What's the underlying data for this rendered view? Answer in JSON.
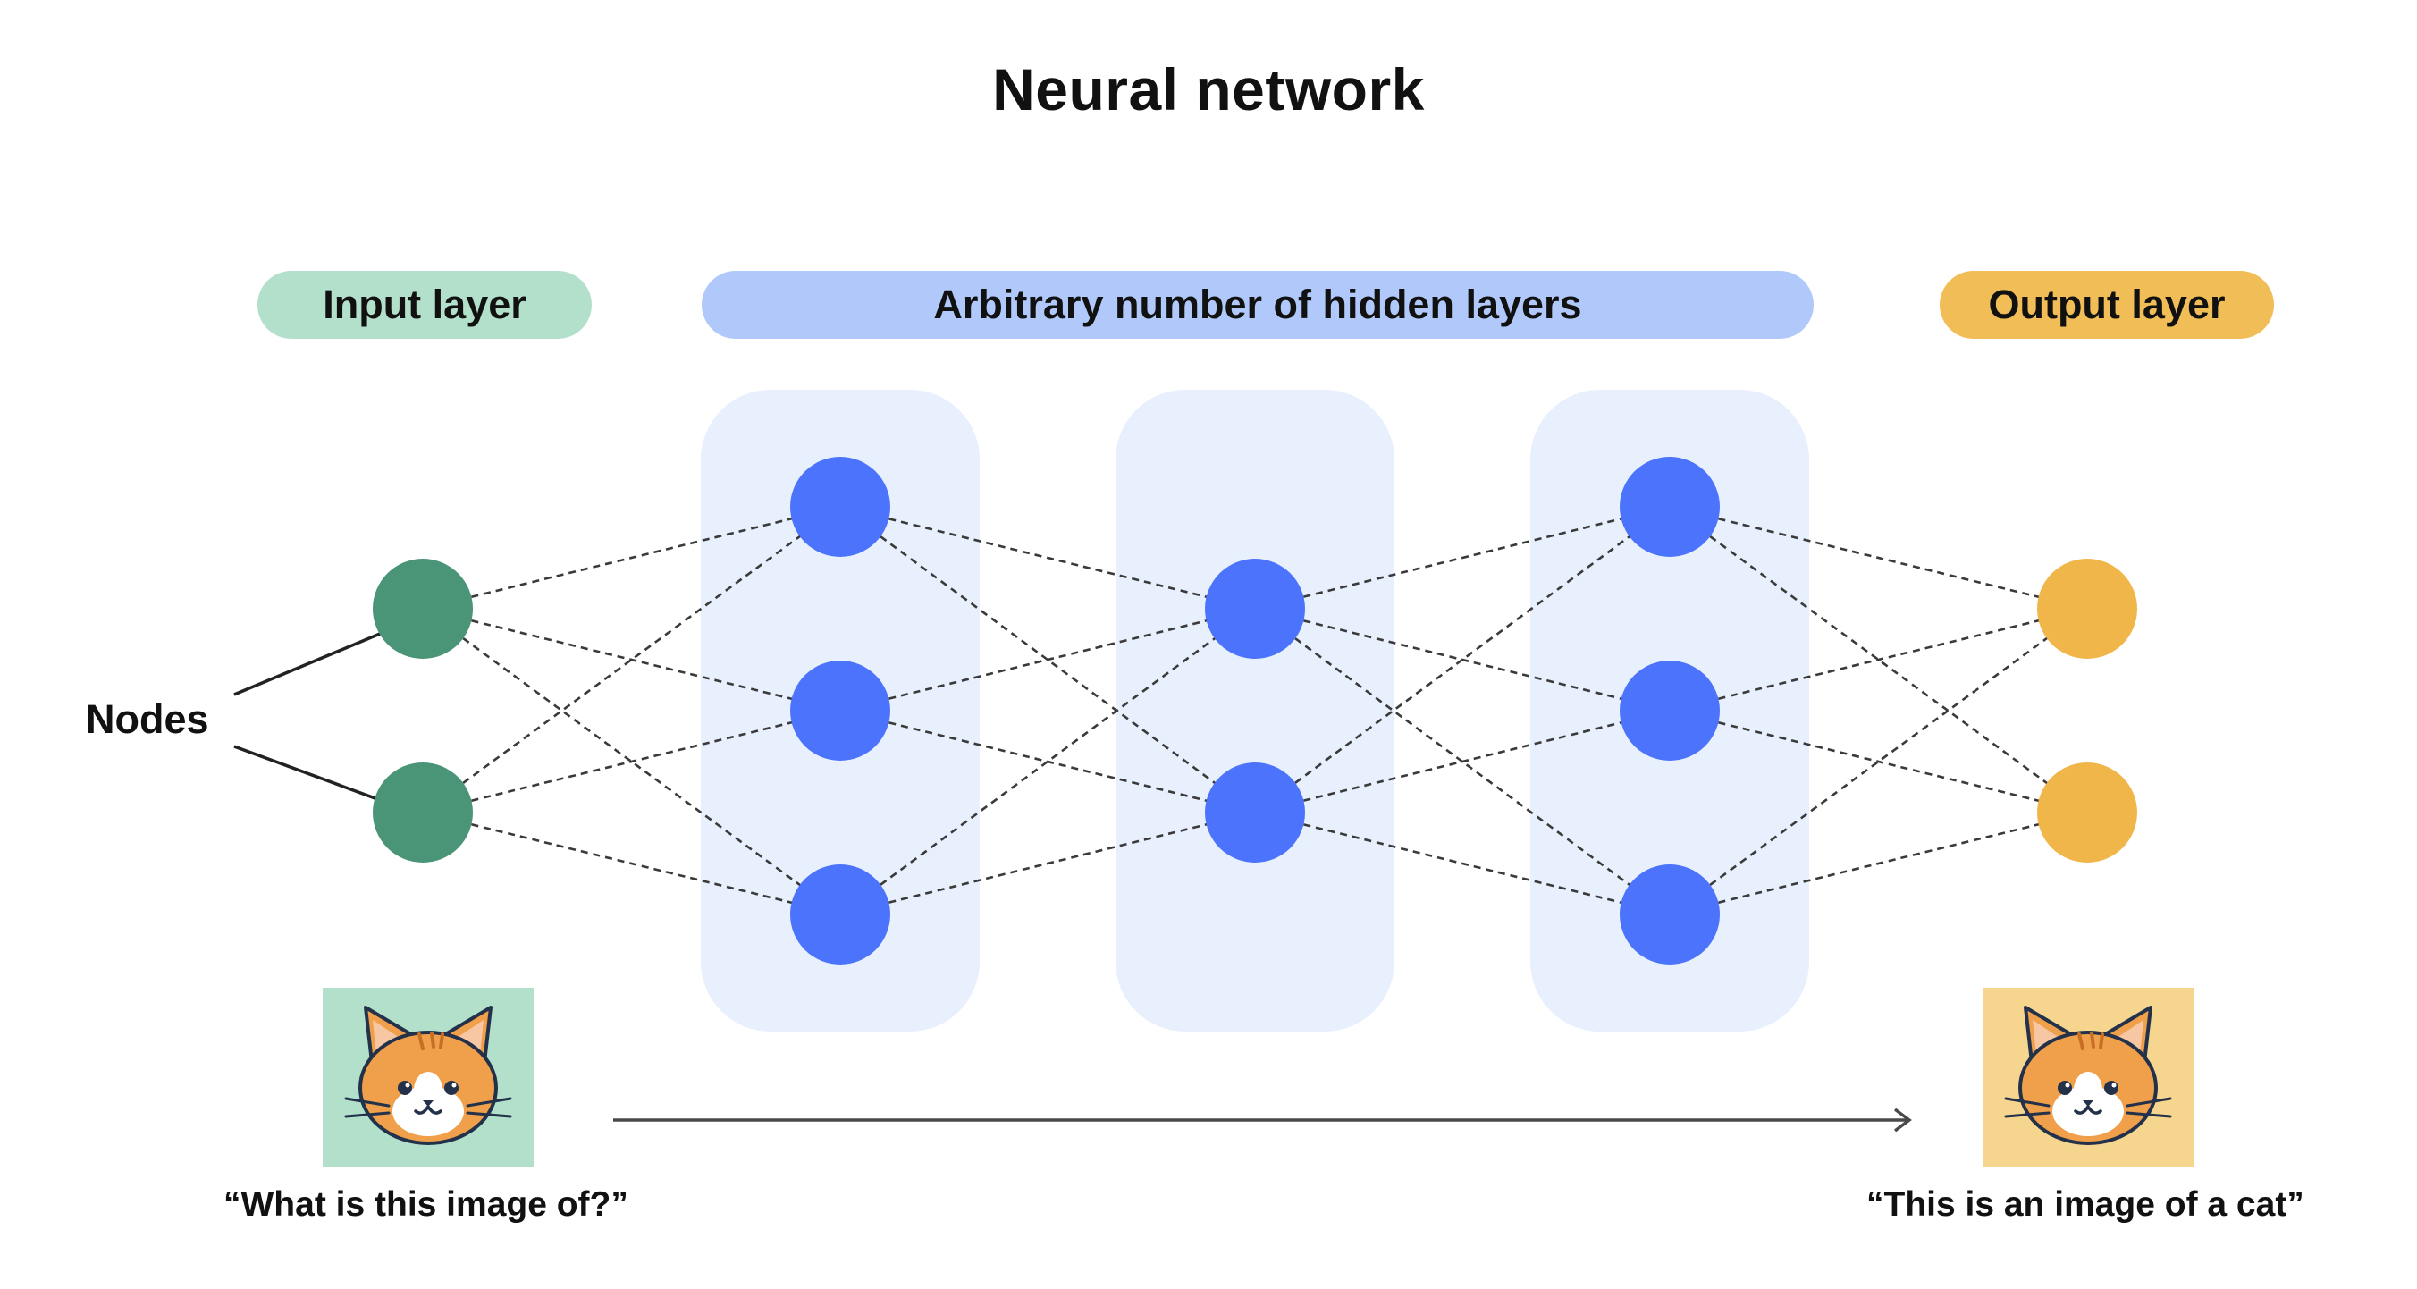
{
  "title": "Neural network",
  "layers": {
    "input_label": "Input layer",
    "hidden_label": "Arbitrary number of hidden layers",
    "output_label": "Output layer"
  },
  "nodes_label": "Nodes",
  "captions": {
    "input": "“What is this image of?”",
    "output": "“This is an image of a cat”"
  },
  "network": {
    "layer_sizes": [
      2,
      3,
      2,
      3,
      2
    ],
    "connection_style": "dashed",
    "icons": [
      "cat-face-icon",
      "arrow-right-icon"
    ]
  },
  "colors": {
    "input_node": "#4a9477",
    "hidden_node": "#4b73fb",
    "output_node": "#f1b64a",
    "input_pill": "#b3e0cb",
    "hidden_pill": "#b0c9fa",
    "output_pill": "#f1bd56",
    "hidden_panel": "#e8effd",
    "input_thumb": "#b3e0cb",
    "output_thumb": "#f6d58f",
    "connection": "#3a3a3a"
  }
}
